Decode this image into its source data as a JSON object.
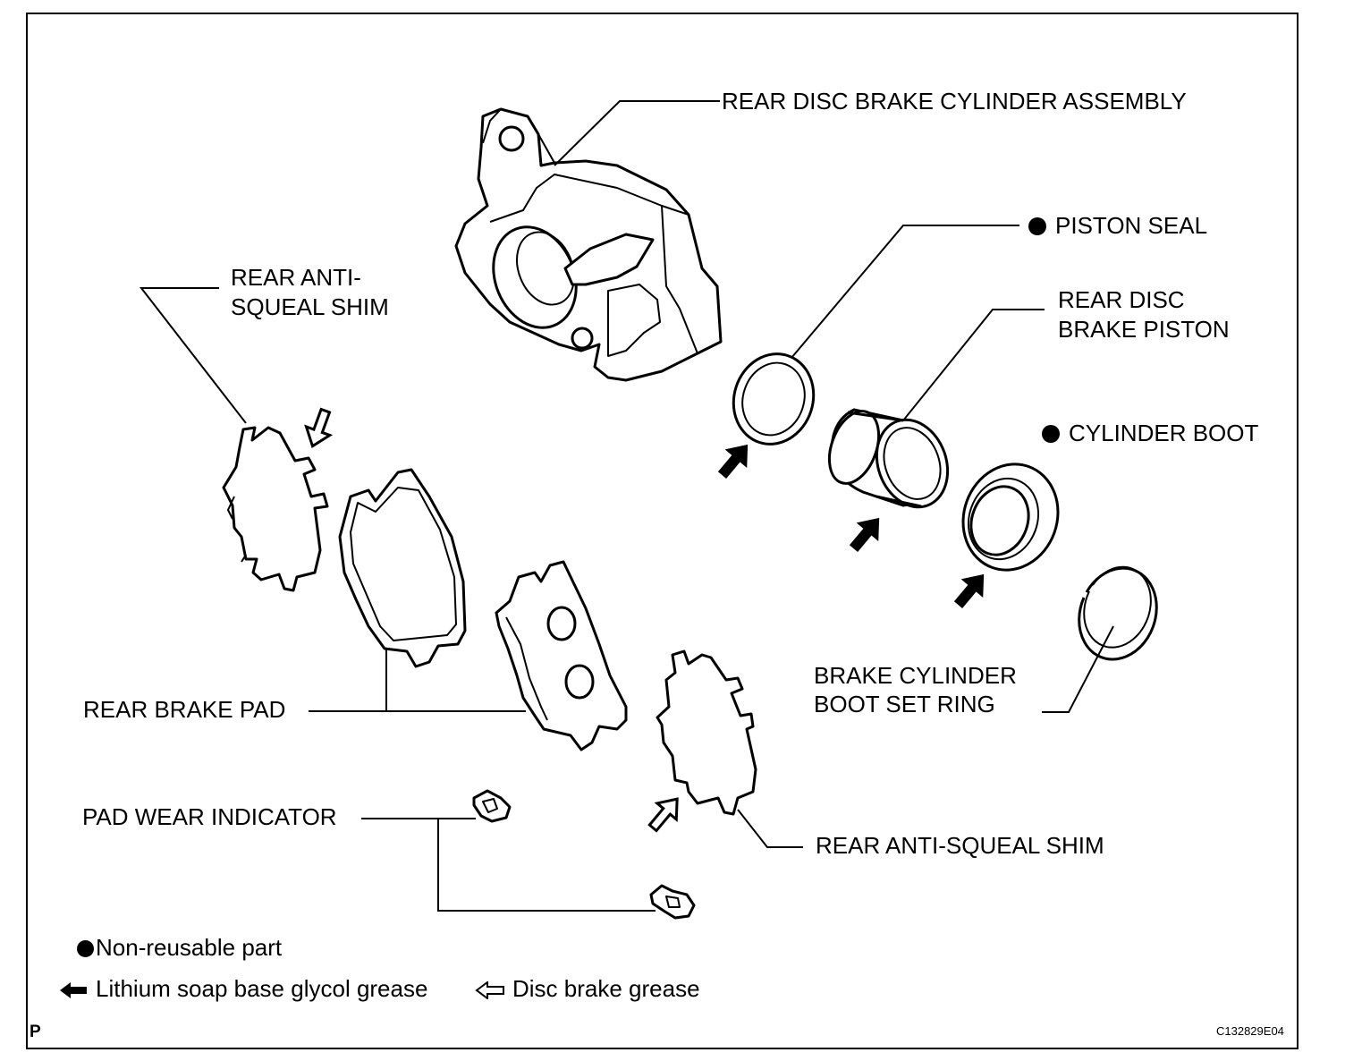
{
  "labels": {
    "caliper": "REAR DISC BRAKE CYLINDER ASSEMBLY",
    "piston_seal": "PISTON SEAL",
    "piston_line1": "REAR DISC",
    "piston_line2": "BRAKE PISTON",
    "cylinder_boot": "CYLINDER BOOT",
    "set_ring_line1": "BRAKE CYLINDER",
    "set_ring_line2": "BOOT SET RING",
    "shim_upper_line1": "REAR ANTI-",
    "shim_upper_line2": "SQUEAL SHIM",
    "brake_pad": "REAR BRAKE PAD",
    "wear_indicator": "PAD WEAR INDICATOR",
    "shim_lower": "REAR ANTI-SQUEAL SHIM"
  },
  "legend": {
    "non_reusable": "Non-reusable part",
    "lithium_grease": "Lithium soap base glycol grease",
    "disc_grease": "Disc brake grease"
  },
  "page_letter": "P",
  "figure_code": "C132829E04",
  "marks": {
    "non_reusable_symbol": "filled-circle-icon",
    "lithium_grease_symbol": "solid-arrow-icon",
    "disc_grease_symbol": "hollow-arrow-icon"
  }
}
